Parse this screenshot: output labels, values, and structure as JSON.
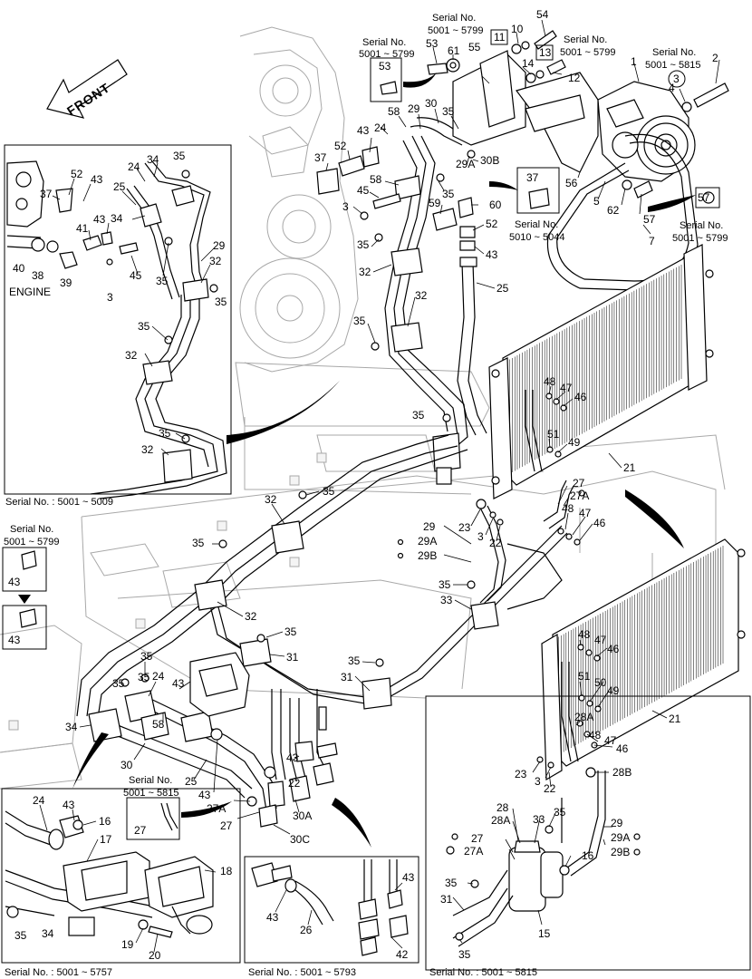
{
  "labels": {
    "front": "FRONT",
    "engine": "ENGINE",
    "serial_head": "Serial No.",
    "serial_5001_5799": "5001 ~ 5799",
    "serial_5001_5815": "5001 ~ 5815",
    "serial_5010_5044": "5010 ~ 5044",
    "serial_bot_5009": "Serial No. : 5001 ~ 5009",
    "serial_bot_5757": "Serial No. : 5001 ~ 5757",
    "serial_bot_5793": "Serial No. : 5001 ~ 5793",
    "serial_bot_5815": "Serial No. : 5001 ~ 5815"
  },
  "callouts": {
    "c1": "1",
    "c2": "2",
    "c3": "3",
    "c4": "4",
    "c5": "5",
    "c7": "7",
    "c10": "10",
    "c11": "11",
    "c12": "12",
    "c13": "13",
    "c14": "14",
    "c15": "15",
    "c16": "16",
    "c17": "17",
    "c18": "18",
    "c19": "19",
    "c20": "20",
    "c21": "21",
    "c22": "22",
    "c23": "23",
    "c24": "24",
    "c25": "25",
    "c26": "26",
    "c27": "27",
    "c27A": "27A",
    "c28": "28",
    "c28A": "28A",
    "c28B": "28B",
    "c29": "29",
    "c29A": "29A",
    "c29B": "29B",
    "c30": "30",
    "c30A": "30A",
    "c30B": "30B",
    "c30C": "30C",
    "c31": "31",
    "c32": "32",
    "c33": "33",
    "c34": "34",
    "c35": "35",
    "c37": "37",
    "c38": "38",
    "c39": "39",
    "c40": "40",
    "c41": "41",
    "c42": "42",
    "c43": "43",
    "c45": "45",
    "c46": "46",
    "c47": "47",
    "c48": "48",
    "c49": "49",
    "c50": "50",
    "c51": "51",
    "c52": "52",
    "c53": "53",
    "c54": "54",
    "c55": "55",
    "c56": "56",
    "c57": "57",
    "c58": "58",
    "c59": "59",
    "c60": "60",
    "c61": "61",
    "c62": "62"
  }
}
